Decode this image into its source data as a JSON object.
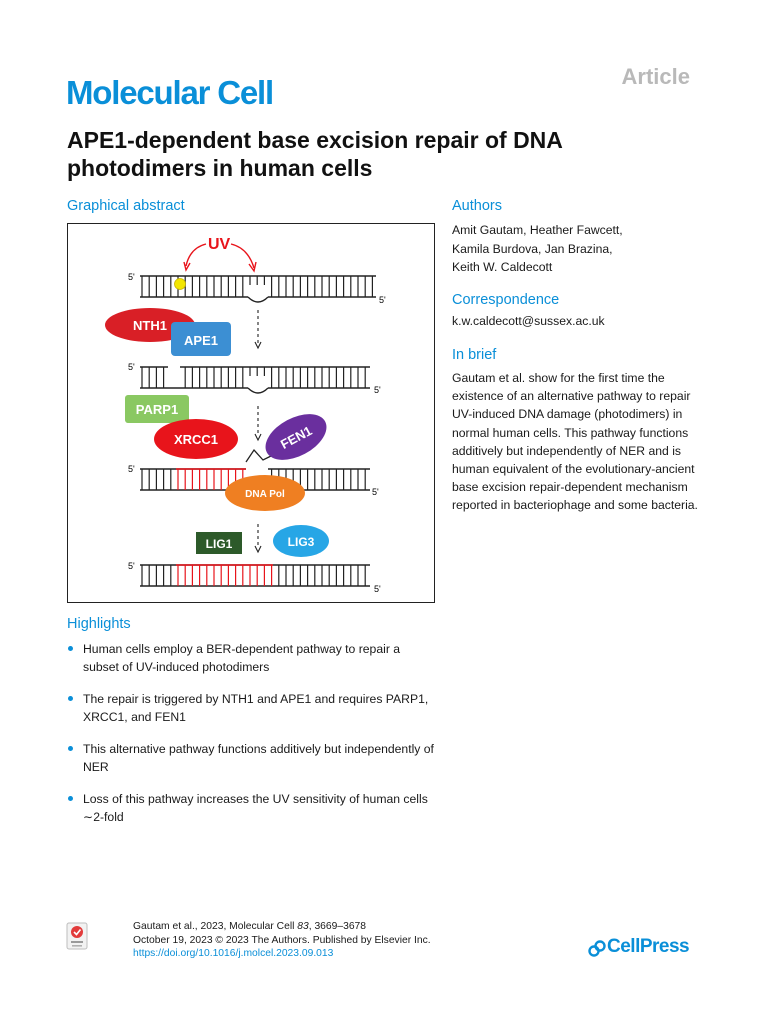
{
  "header": {
    "journal": "Molecular Cell",
    "article_type": "Article",
    "title": "APE1-dependent base excision repair of DNA photodimers in human cells"
  },
  "graphical_abstract": {
    "heading": "Graphical abstract",
    "uv": "UV",
    "strand_labels": {
      "five_prime": "5'"
    },
    "proteins": {
      "nth1": "NTH1",
      "ape1": "APE1",
      "parp1": "PARP1",
      "xrcc1": "XRCC1",
      "fen1": "FEN1",
      "dna_pol": "DNA Pol",
      "lig1": "LIG1",
      "lig3": "LIG3"
    },
    "colors": {
      "nth1": "#d91f26",
      "ape1": "#3c8fd3",
      "parp1": "#8ac862",
      "xrcc1": "#e8141b",
      "fen1": "#6a2f9e",
      "dna_pol": "#ef7f22",
      "lig1": "#2d5a2a",
      "lig3": "#27a6e6",
      "repair": "#e8141b",
      "lesion": "#f3e600"
    }
  },
  "authors": {
    "heading": "Authors",
    "line1": "Amit Gautam, Heather Fawcett,",
    "line2": "Kamila Burdova, Jan Brazina,",
    "line3": "Keith W. Caldecott"
  },
  "correspondence": {
    "heading": "Correspondence",
    "email": "k.w.caldecott@sussex.ac.uk"
  },
  "in_brief": {
    "heading": "In brief",
    "text": "Gautam et al. show for the first time the existence of an alternative pathway to repair UV-induced DNA damage (photodimers) in normal human cells. This pathway functions additively but independently of NER and is human equivalent of the evolutionary-ancient base excision repair-dependent mechanism reported in bacteriophage and some bacteria."
  },
  "highlights": {
    "heading": "Highlights",
    "items": [
      "Human cells employ a BER-dependent pathway to repair a subset of UV-induced photodimers",
      "The repair is triggered by NTH1 and APE1 and requires PARP1, XRCC1, and FEN1",
      "This alternative pathway functions additively but independently of NER",
      "Loss of this pathway increases the UV sensitivity of human cells ∼2-fold"
    ]
  },
  "footer": {
    "citation_prefix": "Gautam et al., 2023, Molecular Cell ",
    "volume": "83",
    "pages": ", 3669–3678",
    "date_line": "October 19, 2023 © 2023 The Authors. Published by Elsevier Inc.",
    "doi": "https://doi.org/10.1016/j.molcel.2023.09.013",
    "publisher": "CellPress"
  }
}
